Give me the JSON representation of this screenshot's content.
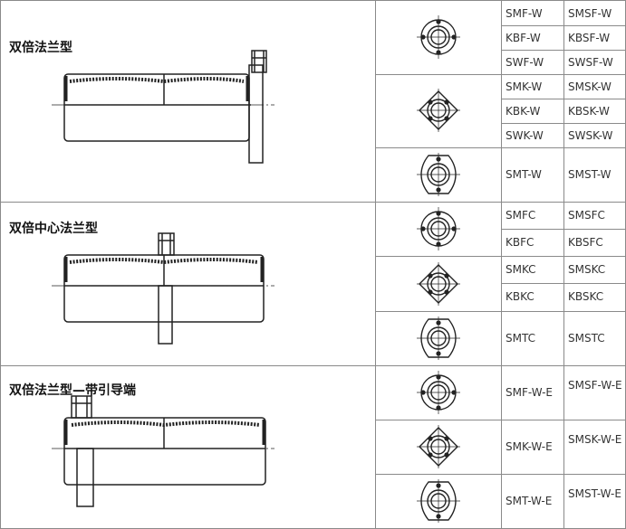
{
  "sections": [
    {
      "title": "双倍法兰型",
      "rows": [
        {
          "icon": "round-flange-icon",
          "codes": [
            [
              "SMF-W",
              "SMSF-W"
            ],
            [
              "KBF-W",
              "KBSF-W"
            ],
            [
              "SWF-W",
              "SWSF-W"
            ]
          ]
        },
        {
          "icon": "square-flange-icon",
          "codes": [
            [
              "SMK-W",
              "SMSK-W"
            ],
            [
              "KBK-W",
              "KBSK-W"
            ],
            [
              "SWK-W",
              "SWSK-W"
            ]
          ]
        },
        {
          "icon": "two-bolt-flange-icon",
          "codes": [
            [
              "SMT-W",
              "SMST-W"
            ]
          ]
        }
      ]
    },
    {
      "title": "双倍中心法兰型",
      "rows": [
        {
          "icon": "round-flange-icon",
          "codes": [
            [
              "SMFC",
              "SMSFC"
            ],
            [
              "KBFC",
              "KBSFC"
            ]
          ]
        },
        {
          "icon": "square-flange-icon",
          "codes": [
            [
              "SMKC",
              "SMSKC"
            ],
            [
              "KBKC",
              "KBSKC"
            ]
          ]
        },
        {
          "icon": "two-bolt-flange-icon",
          "codes": [
            [
              "SMTC",
              "SMSTC"
            ]
          ]
        }
      ]
    },
    {
      "title": "双倍法兰型—带引导端",
      "rows": [
        {
          "icon": "round-flange-icon",
          "codes": [
            [
              "SMF-W-E",
              "SMSF-W-E"
            ]
          ]
        },
        {
          "icon": "square-flange-icon",
          "codes": [
            [
              "SMK-W-E",
              "SMSK-W-E"
            ]
          ]
        },
        {
          "icon": "two-bolt-flange-icon",
          "codes": [
            [
              "SMT-W-E",
              "SMST-W-E"
            ]
          ]
        }
      ]
    }
  ]
}
